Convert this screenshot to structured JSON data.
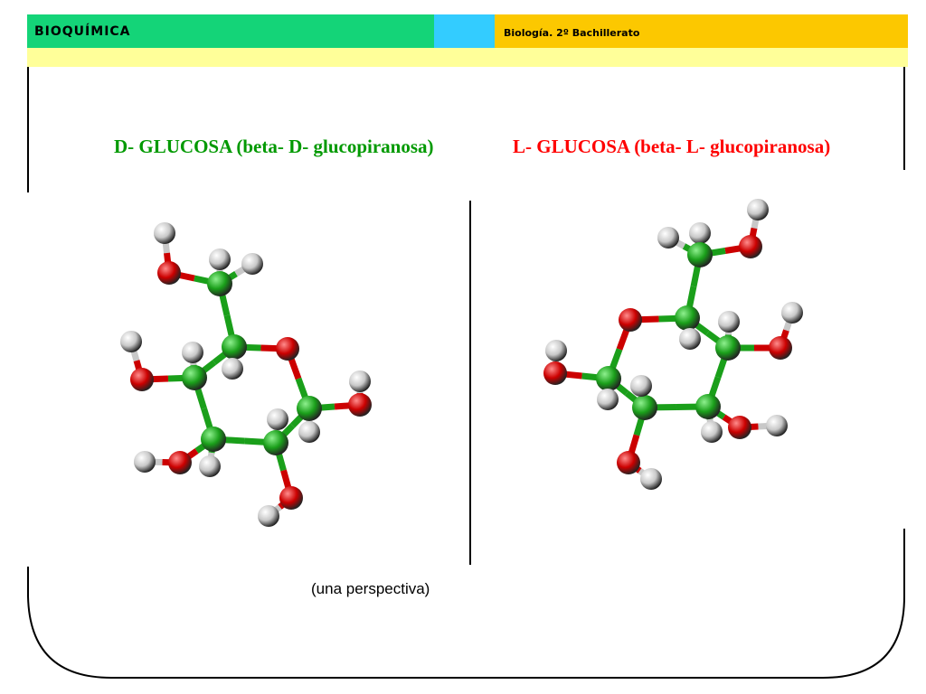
{
  "header": {
    "title": "BIOQUÍMICA",
    "subtitle": "Biología. 2º Bachillerato",
    "colors": {
      "green": "#14d478",
      "cyan": "#33ccff",
      "yellow": "#fcc800",
      "band": "#ffff99"
    }
  },
  "slide": {
    "left_title": "D- GLUCOSA (beta- D- glucopiranosa)",
    "right_title": "L- GLUCOSA (beta- L- glucopiranosa)",
    "caption": "(una perspectiva)"
  },
  "atom_colors": {
    "carbon": "#1a9f1a",
    "oxygen": "#cc0000",
    "hydrogen": "#c8c8c8"
  }
}
